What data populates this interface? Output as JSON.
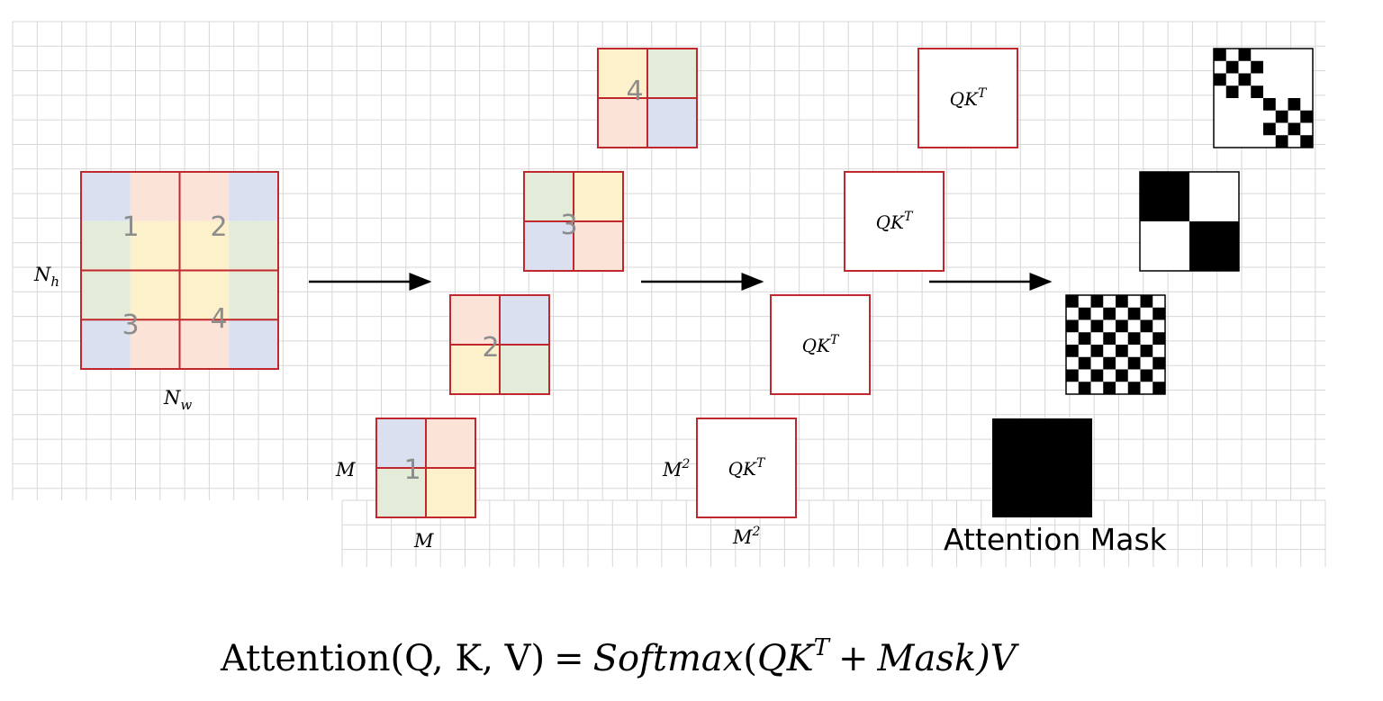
{
  "colors": {
    "blue": "#dbe0f1",
    "peach": "#fbe3d8",
    "green": "#e3ecd9",
    "yellow": "#fdf1cc",
    "border": "#c0282d",
    "grid": "#d7d7d7"
  },
  "feature_map": {
    "height_label": {
      "base": "N",
      "sub": "h"
    },
    "width_label": {
      "base": "N",
      "sub": "w"
    },
    "window_numbers": [
      "1",
      "2",
      "3",
      "4"
    ]
  },
  "window_labels": {
    "side": "M",
    "bottom": "M"
  },
  "window_numbers": [
    "1",
    "2",
    "3",
    "4"
  ],
  "qkt": {
    "base": "QK",
    "sup": "T"
  },
  "qkt_dim_labels": {
    "side": {
      "base": "M",
      "sup": "2"
    },
    "bottom": {
      "base": "M",
      "sup": "2"
    }
  },
  "mask_caption": "Attention Mask",
  "formula": {
    "prefix": "Attention",
    "args": "(Q, K, V)",
    "equals": "=",
    "softmax": "Softmax",
    "open": "(",
    "qk": "QK",
    "sup": "T",
    "plus": "+",
    "mask": "Mask",
    "close": ")V"
  }
}
